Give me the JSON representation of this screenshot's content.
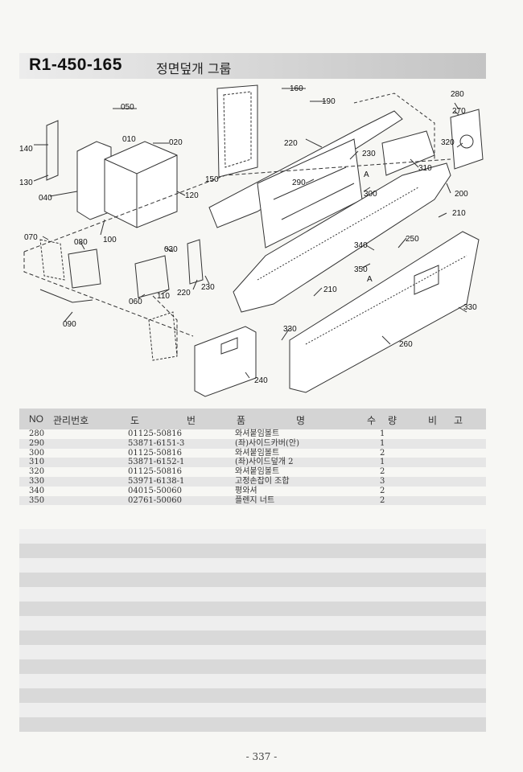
{
  "header": {
    "code": "R1-450-165",
    "name": "정면덮개 그룹"
  },
  "diagram": {
    "callouts": [
      "280",
      "270",
      "320",
      "310",
      "200",
      "210",
      "250",
      "340",
      "350",
      "A",
      "330",
      "260",
      "240",
      "330",
      "210",
      "160",
      "190",
      "220",
      "230",
      "A",
      "300",
      "290",
      "150",
      "050",
      "010",
      "020",
      "140",
      "130",
      "040",
      "120",
      "100",
      "070",
      "080",
      "030",
      "090",
      "060",
      "110",
      "220",
      "230"
    ]
  },
  "table": {
    "headers": {
      "no": "NO",
      "mgmt": "관리번호",
      "drawing_1": "도",
      "drawing_2": "번",
      "name_1": "품",
      "name_2": "명",
      "qty_1": "수",
      "qty_2": "량",
      "note_1": "비",
      "note_2": "고"
    },
    "rows": [
      {
        "no": "280",
        "drawing": "01125-50816",
        "name": "와셔붙임볼트",
        "qty": "1"
      },
      {
        "no": "290",
        "drawing": "53871-6151-3",
        "name": "(좌)사이드카버(안)",
        "qty": "1"
      },
      {
        "no": "300",
        "drawing": "01125-50816",
        "name": "와셔붙임볼트",
        "qty": "2"
      },
      {
        "no": "310",
        "drawing": "53871-6152-1",
        "name": "(좌)사이드덮개 2",
        "qty": "1"
      },
      {
        "no": "320",
        "drawing": "01125-50816",
        "name": "와셔붙임볼트",
        "qty": "2"
      },
      {
        "no": "330",
        "drawing": "53971-6138-1",
        "name": "고정손잡이 조합",
        "qty": "3"
      },
      {
        "no": "340",
        "drawing": "04015-50060",
        "name": "평와셔",
        "qty": "2"
      },
      {
        "no": "350",
        "drawing": "02761-50060",
        "name": "플렌지 너트",
        "qty": "2"
      }
    ]
  },
  "page_number": "- 337 -"
}
